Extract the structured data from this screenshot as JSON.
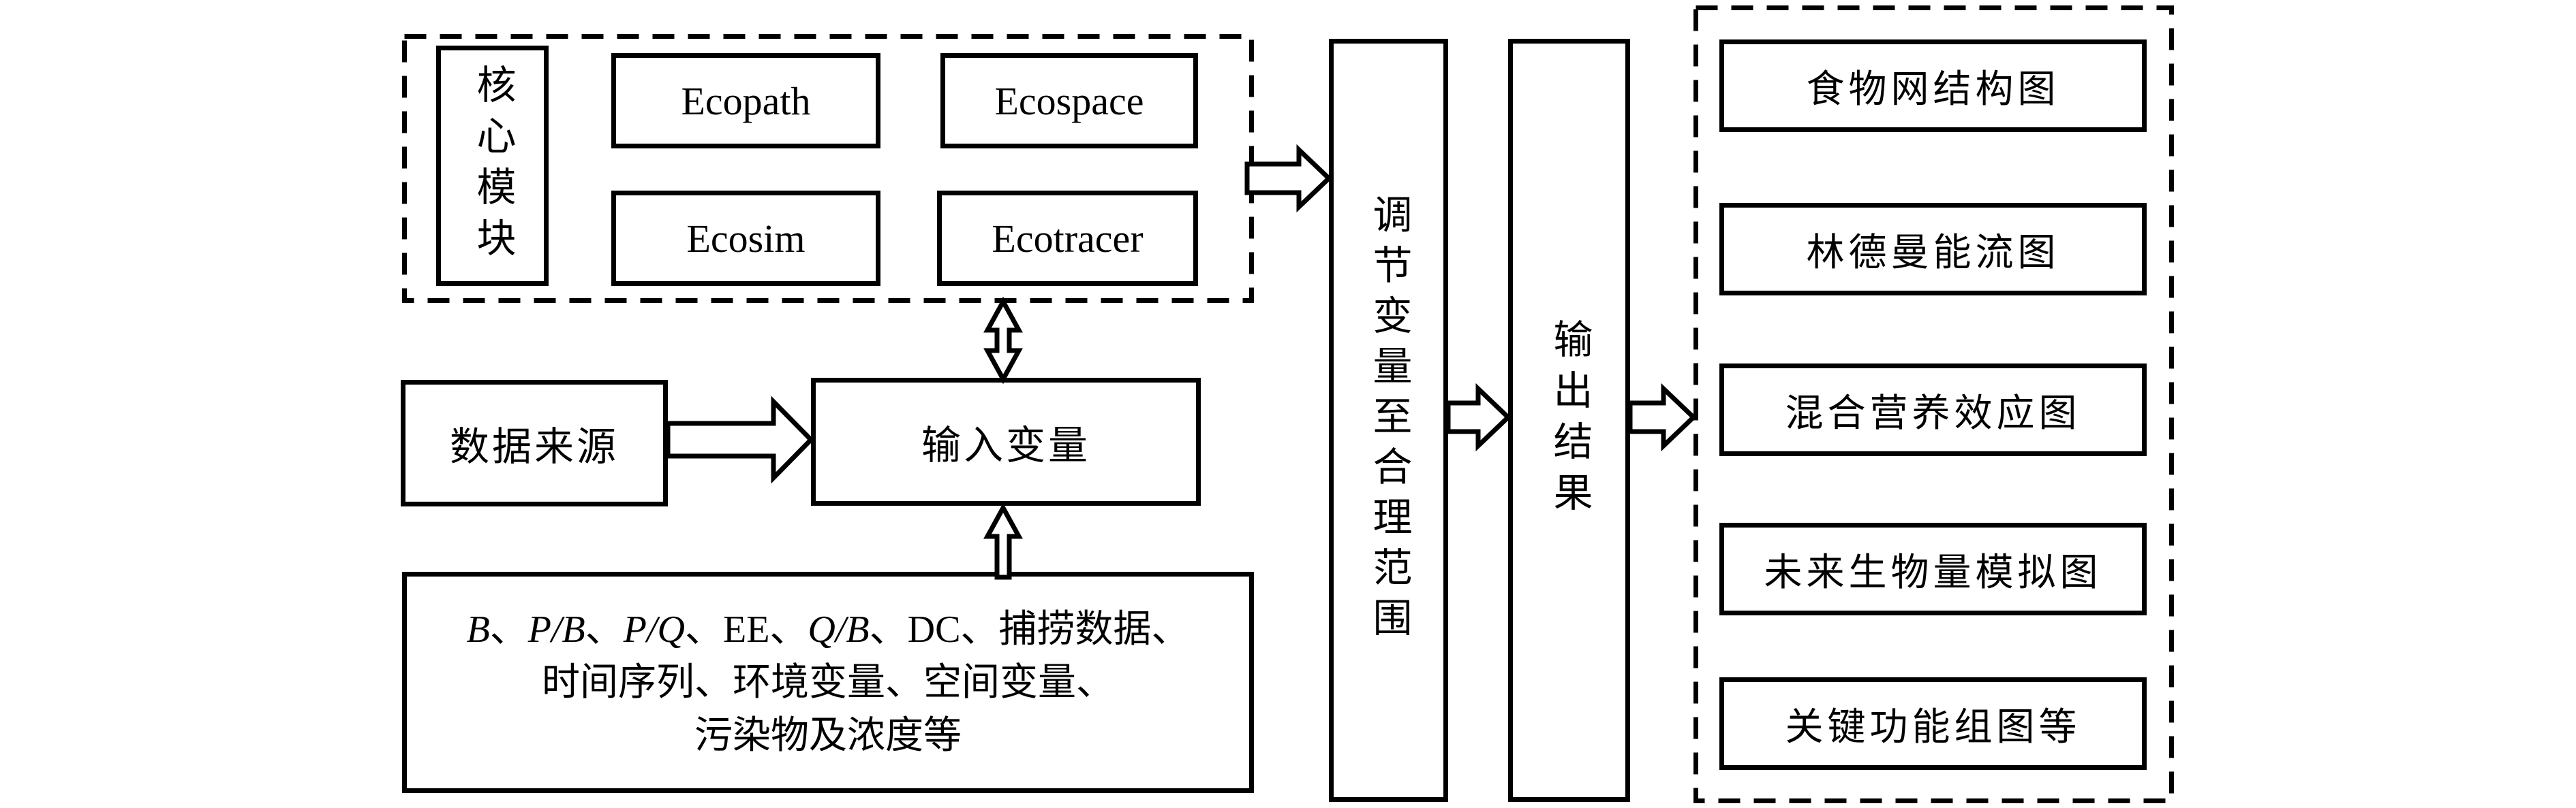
{
  "colors": {
    "line": "#000000",
    "background": "#ffffff"
  },
  "diagram": {
    "core_group": {
      "label": "核心模块",
      "modules": [
        "Ecopath",
        "Ecospace",
        "Ecosim",
        "Ecotracer"
      ]
    },
    "data_source_label": "数据来源",
    "input_variables_label": "输入变量",
    "input_data": {
      "line1_segments": [
        "B",
        "、",
        "P/B",
        "、",
        "P/Q",
        "、EE、",
        "Q/B",
        "、DC、捕捞数据、"
      ],
      "line2": "时间序列、环境变量、空间变量、",
      "line3": "污染物及浓度等"
    },
    "adjust_label": "调节变量至合理范围",
    "output_label": "输出结果",
    "results": [
      "食物网结构图",
      "林德曼能流图",
      "混合营养效应图",
      "未来生物量模拟图",
      "关键功能组图等"
    ]
  }
}
